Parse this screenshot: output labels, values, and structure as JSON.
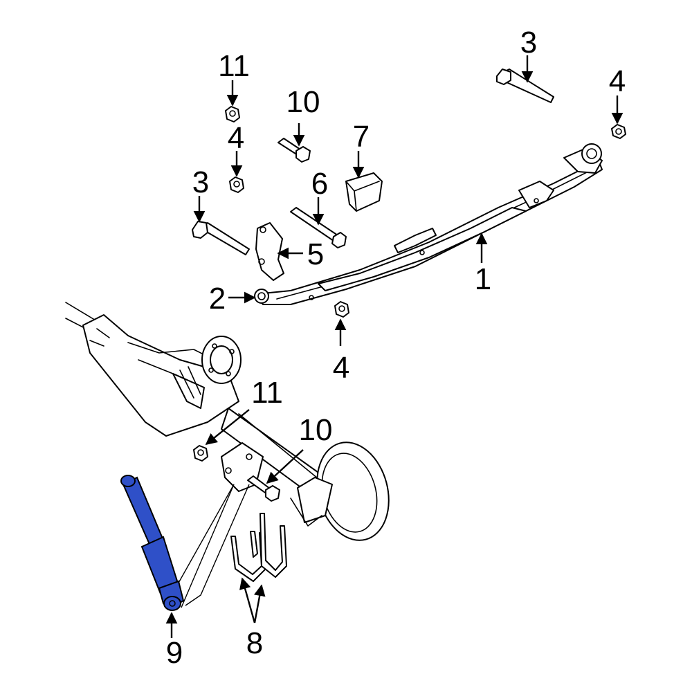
{
  "diagram": {
    "highlight_color": "#2f50c8",
    "line_color": "#000000",
    "background": "#ffffff",
    "callouts": [
      {
        "id": "c1",
        "label": "1"
      },
      {
        "id": "c2",
        "label": "2"
      },
      {
        "id": "c3a",
        "label": "3"
      },
      {
        "id": "c3b",
        "label": "3"
      },
      {
        "id": "c4a",
        "label": "4"
      },
      {
        "id": "c4b",
        "label": "4"
      },
      {
        "id": "c4c",
        "label": "4"
      },
      {
        "id": "c5",
        "label": "5"
      },
      {
        "id": "c6",
        "label": "6"
      },
      {
        "id": "c7",
        "label": "7"
      },
      {
        "id": "c8",
        "label": "8"
      },
      {
        "id": "c9",
        "label": "9"
      },
      {
        "id": "c10a",
        "label": "10"
      },
      {
        "id": "c10b",
        "label": "10"
      },
      {
        "id": "c11a",
        "label": "11"
      },
      {
        "id": "c11b",
        "label": "11"
      }
    ]
  }
}
